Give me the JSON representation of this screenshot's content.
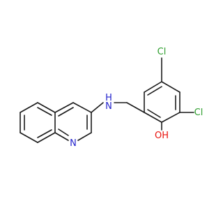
{
  "molecule": {
    "atom_labels": {
      "cl_top": "Cl",
      "cl_right": "Cl",
      "hydroxyl": "OH",
      "amine": "H",
      "amine_n": "N",
      "ring_n": "N"
    },
    "colors": {
      "bond": "#1a1a1a",
      "chlorine": "#2e9e2e",
      "oxygen": "#e8120c",
      "nitrogen": "#2222cc"
    }
  }
}
